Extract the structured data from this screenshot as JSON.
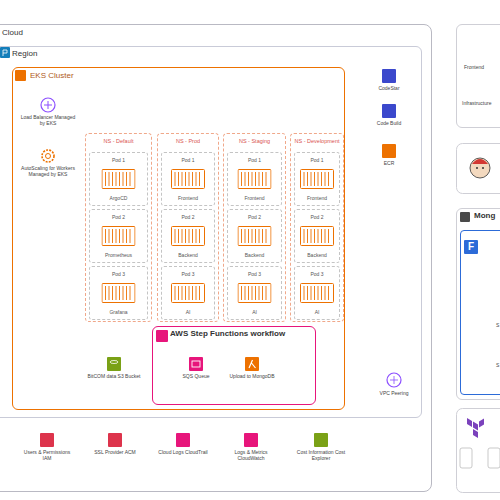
{
  "diagram": {
    "nodes": [
      {
        "text": [
          "Cloud"
        ]
      },
      {
        "text": [
          "Region"
        ],
        "in": 0
      },
      {
        "text": [
          "EKS Cluster"
        ],
        "in": 1
      },
      {
        "text": [
          "Load Balancer Managed by EKS"
        ],
        "in": 2
      },
      {
        "text": [
          "AutoScaling for Workers Managed by EKS"
        ],
        "in": 2
      },
      {
        "text": [
          "NS - Default"
        ],
        "in": 2
      },
      {
        "text": [
          "Pod 1",
          "ArgoCD"
        ],
        "in": 5
      },
      {
        "text": [
          "Pod 2",
          "Prometheus"
        ],
        "in": 5
      },
      {
        "text": [
          "Pod 3",
          "Grafana"
        ],
        "in": 5
      },
      {
        "text": [
          "NS - Prod"
        ],
        "in": 2
      },
      {
        "text": [
          "Pod 1",
          "Frontend"
        ],
        "in": 9
      },
      {
        "text": [
          "Pod 2",
          "Backend"
        ],
        "in": 9
      },
      {
        "text": [
          "Pod 3",
          "AI"
        ],
        "in": 9
      },
      {
        "text": [
          "NS - Staging"
        ],
        "in": 2
      },
      {
        "text": [
          "Pod 1",
          "Frontend"
        ],
        "in": 13
      },
      {
        "text": [
          "Pod 2",
          "Backend"
        ],
        "in": 13
      },
      {
        "text": [
          "Pod 3",
          "AI"
        ],
        "in": 13
      },
      {
        "text": [
          "NS - Development"
        ],
        "in": 2
      },
      {
        "text": [
          "Pod 1",
          "Frontend"
        ],
        "in": 17
      },
      {
        "text": [
          "Pod 2",
          "Backend"
        ],
        "in": 17
      },
      {
        "text": [
          "Pod 3",
          "AI"
        ],
        "in": 17
      },
      {
        "text": [
          "AWS Step Functions workflow"
        ],
        "in": 2
      },
      {
        "text": [
          "SQS Queue"
        ],
        "in": 21
      },
      {
        "text": [
          "Upload to MongoDB"
        ],
        "in": 21
      },
      {
        "text": [
          "BitCOM data S3 Bucket"
        ],
        "in": 2
      },
      {
        "text": [
          "CodeStar"
        ],
        "in": 1
      },
      {
        "text": [
          "Code Build"
        ],
        "in": 1
      },
      {
        "text": [
          "ECR"
        ],
        "in": 1
      },
      {
        "text": [
          "VPC Peering"
        ],
        "in": 1
      },
      {
        "text": [
          "Users & Permissions IAM"
        ],
        "in": 0
      },
      {
        "text": [
          "SSL Provider ACM"
        ],
        "in": 0
      },
      {
        "text": [
          "Cloud Logs CloudTrail"
        ],
        "in": 0
      },
      {
        "text": [
          "Logs & Metrics CloudWatch"
        ],
        "in": 0
      },
      {
        "text": [
          "Cost Information Cost Explorer"
        ],
        "in": 0
      },
      {
        "text": [
          "Frontend",
          "Infrastructure"
        ]
      },
      {
        "text": [
          "Mong"
        ]
      },
      {
        "text": [
          "F",
          "S",
          "S"
        ],
        "in": 35
      }
    ]
  }
}
